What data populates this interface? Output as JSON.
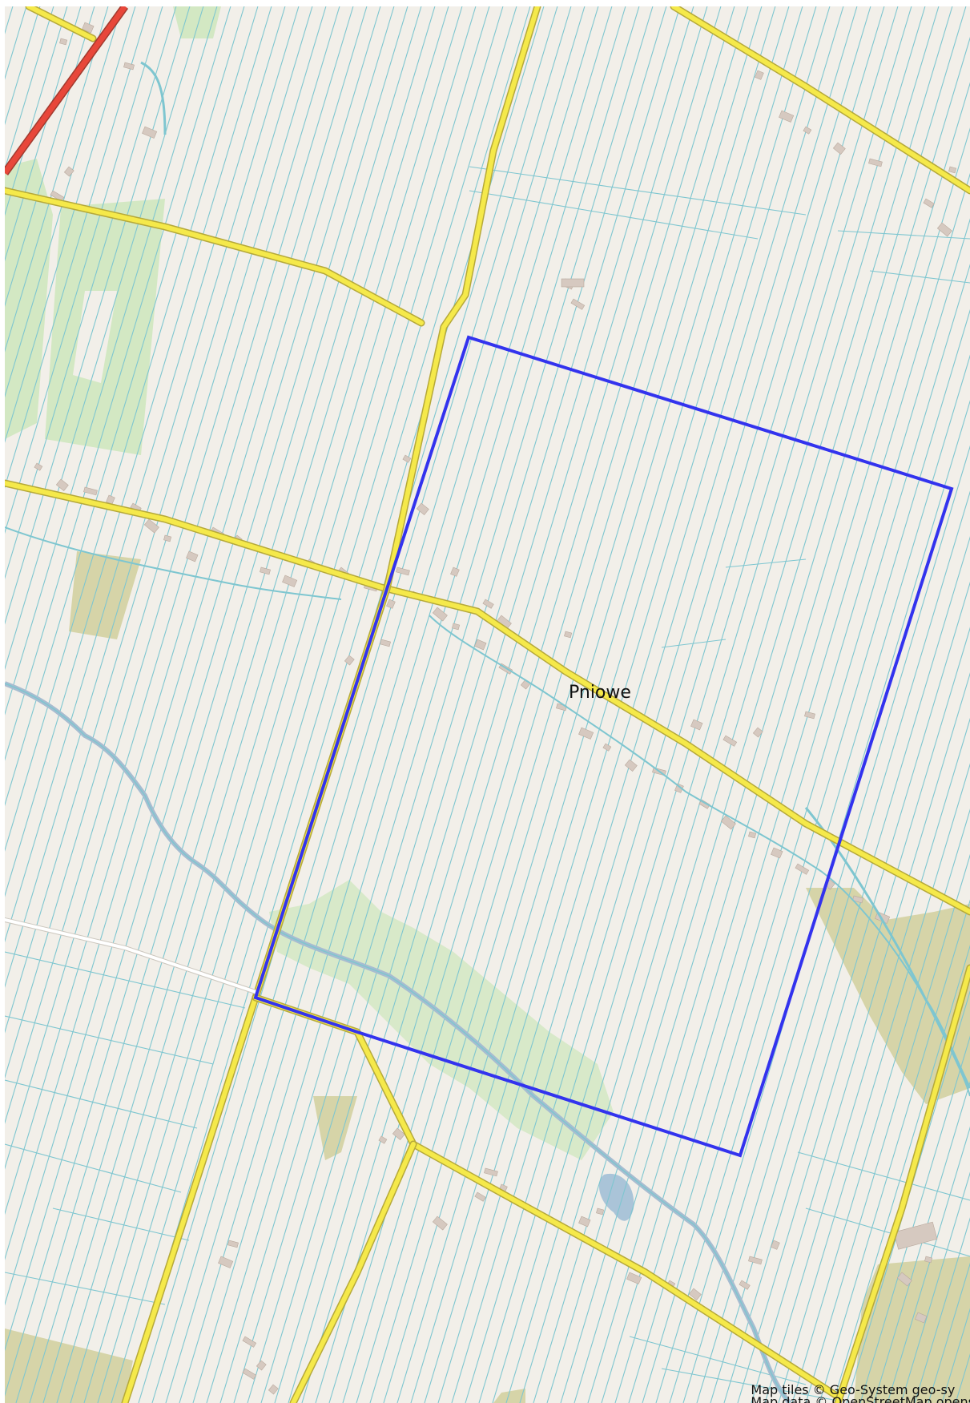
{
  "map": {
    "place_label": "Pniowe",
    "attribution": {
      "tiles": "Map tiles © Geo-System geo-sy",
      "data": "Map data © OpenStreetMap openstreetm"
    },
    "colors": {
      "land": "#f2efe9",
      "field_lines": "#7ec6d0",
      "road_fill": "#f5e94a",
      "road_casing": "#b6a93a",
      "main_road": "#e8473a",
      "stream": "#a7bcd0",
      "woodland": "#cddfb6",
      "meadow": "#d6d4a8",
      "building": "#d6c9c0",
      "pond": "#aac4d8",
      "selection_polygon": "#3333ee"
    }
  }
}
